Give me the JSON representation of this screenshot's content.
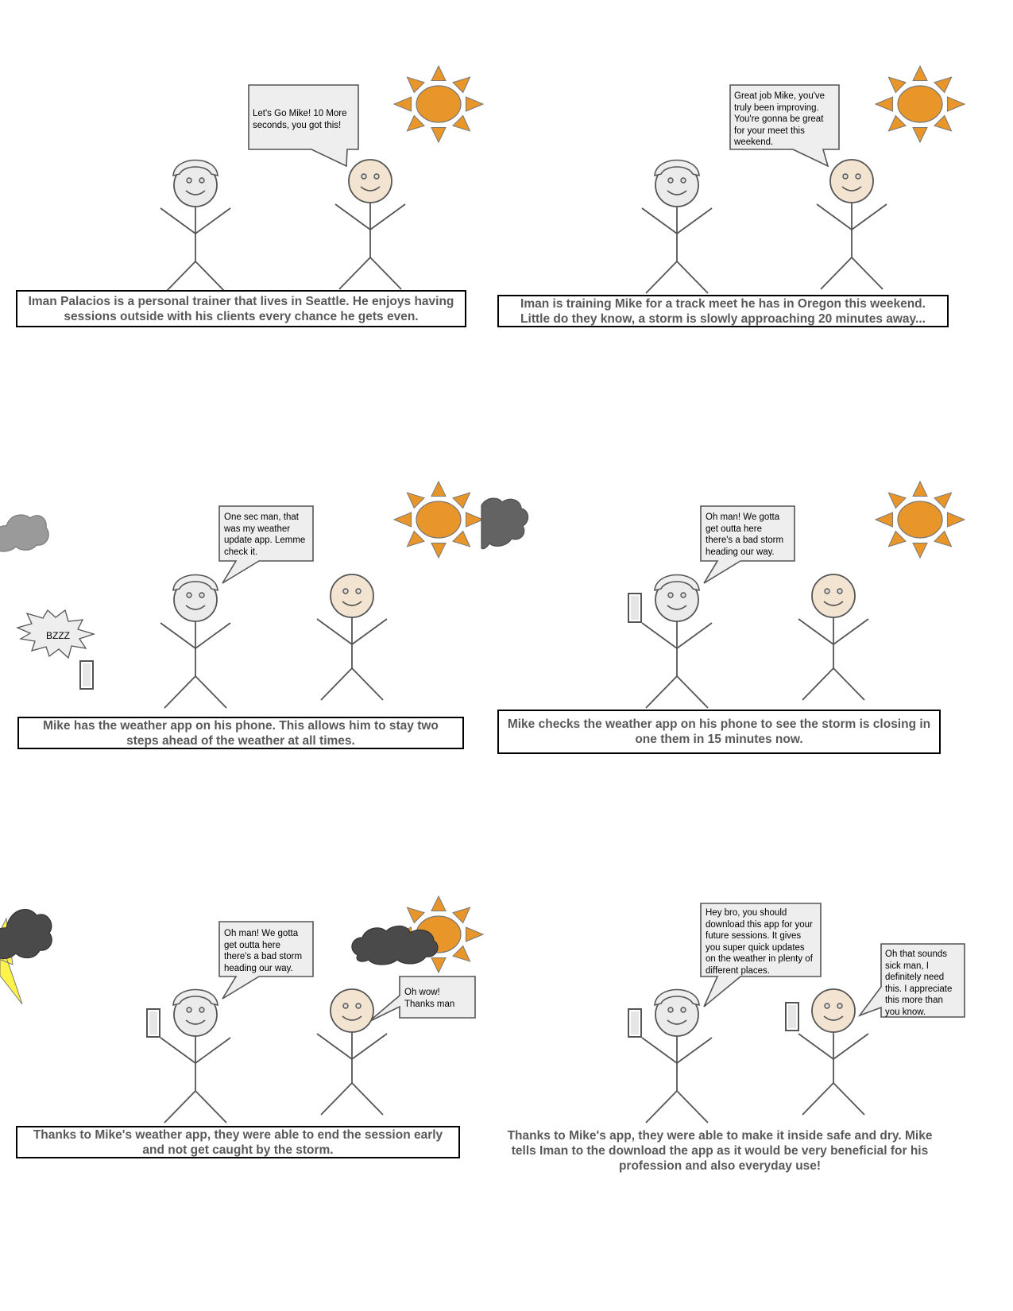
{
  "colors": {
    "sun": "#E8962A",
    "skin_mike": "#EBEBEB",
    "skin_iman": "#F3E3D1",
    "bubble_fill": "#EEEEEE",
    "cloud_light": "#9A9A9A",
    "cloud_dark": "#4A4A4A",
    "lightning": "#FFF34A",
    "caption_text": "#595959"
  },
  "icons": [
    "sun-icon",
    "cloud-icon",
    "lightning-icon",
    "phone-icon",
    "bzzz-burst-icon"
  ],
  "panels": [
    {
      "bubble": "Let's Go Mike! 10 More\nseconds, you got this!",
      "caption": "Iman Palacios is a personal trainer that lives in Seattle. He enjoys having sessions outside with his clients every chance he gets even."
    },
    {
      "bubble": "Great job Mike, you've\ntruly been improving.\nYou're gonna be great\nfor your meet this\nweekend.",
      "caption": "Iman is training Mike for a track meet he has in Oregon this weekend. Little do they know, a storm is slowly approaching 20 minutes away..."
    },
    {
      "bubble": "One sec man, that\nwas my weather\nupdate app. Lemme\ncheck it.",
      "sound": "BZZZ",
      "caption": "Mike has the weather app on his phone. This allows him to stay two steps ahead of the weather at all times."
    },
    {
      "bubble": "Oh man! We gotta\nget outta here\nthere's a bad storm\nheading our way.",
      "caption": "Mike checks the weather app on his phone to see the storm is closing in one them in 15 minutes now."
    },
    {
      "bubble": "Oh man! We gotta\nget outta here\nthere's a bad storm\nheading our way.",
      "bubble2": "Oh wow!\nThanks man",
      "caption": "Thanks to Mike's weather app, they were able to end the session early and not get caught by the storm."
    },
    {
      "bubble": "Hey bro, you should\ndownload this app for your\nfuture sessions. It gives\nyou super quick updates\non the weather in plenty of\ndifferent places.",
      "bubble2": "Oh that sounds\nsick man, I\ndefinitely need\nthis. I appreciate\nthis more than\nyou know.",
      "caption": "Thanks to Mike's app, they were able to make it inside safe and dry. Mike tells Iman to the download the app as it would be very beneficial for his profession and also everyday use!"
    }
  ]
}
